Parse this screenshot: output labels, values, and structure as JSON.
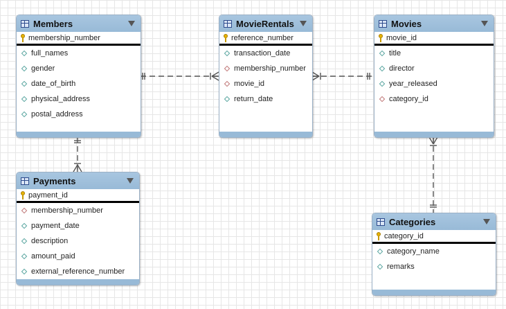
{
  "diagram": {
    "tables": [
      {
        "id": "members",
        "name": "Members",
        "primary_key": "membership_number",
        "columns": [
          {
            "name": "full_names",
            "kind": "attribute"
          },
          {
            "name": "gender",
            "kind": "attribute"
          },
          {
            "name": "date_of_birth",
            "kind": "attribute"
          },
          {
            "name": "physical_address",
            "kind": "attribute"
          },
          {
            "name": "postal_address",
            "kind": "attribute"
          }
        ]
      },
      {
        "id": "movierentals",
        "name": "MovieRentals",
        "primary_key": "reference_number",
        "columns": [
          {
            "name": "transaction_date",
            "kind": "attribute"
          },
          {
            "name": "membership_number",
            "kind": "foreign_key"
          },
          {
            "name": "movie_id",
            "kind": "foreign_key"
          },
          {
            "name": "return_date",
            "kind": "attribute"
          }
        ]
      },
      {
        "id": "movies",
        "name": "Movies",
        "primary_key": "movie_id",
        "columns": [
          {
            "name": "title",
            "kind": "attribute"
          },
          {
            "name": "director",
            "kind": "attribute"
          },
          {
            "name": "year_released",
            "kind": "attribute"
          },
          {
            "name": "category_id",
            "kind": "foreign_key"
          }
        ]
      },
      {
        "id": "payments",
        "name": "Payments",
        "primary_key": "payment_id",
        "columns": [
          {
            "name": "membership_number",
            "kind": "foreign_key"
          },
          {
            "name": "payment_date",
            "kind": "attribute"
          },
          {
            "name": "description",
            "kind": "attribute"
          },
          {
            "name": "amount_paid",
            "kind": "attribute"
          },
          {
            "name": "external_reference_number",
            "kind": "attribute"
          }
        ]
      },
      {
        "id": "categories",
        "name": "Categories",
        "primary_key": "category_id",
        "columns": [
          {
            "name": "category_name",
            "kind": "attribute"
          },
          {
            "name": "remarks",
            "kind": "attribute"
          }
        ]
      }
    ],
    "relationships": [
      {
        "from": "members",
        "to": "movierentals",
        "cardinality": "one-to-many"
      },
      {
        "from": "movies",
        "to": "movierentals",
        "cardinality": "one-to-many"
      },
      {
        "from": "members",
        "to": "payments",
        "cardinality": "one-to-many"
      },
      {
        "from": "categories",
        "to": "movies",
        "cardinality": "one-to-many"
      }
    ],
    "colors": {
      "header": "#98bad7",
      "attribute_marker": "#5aa6a0",
      "foreign_key_marker": "#c07878",
      "primary_key_marker": "#e8b400"
    }
  }
}
